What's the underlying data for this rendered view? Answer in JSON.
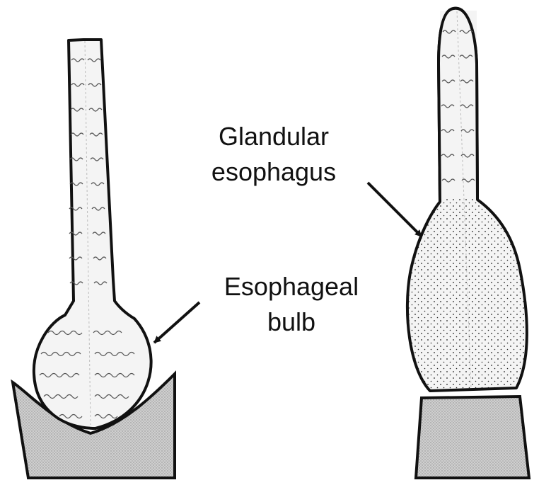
{
  "figure": {
    "labels": {
      "glandular_line1": "Glandular",
      "glandular_line2": "esophagus",
      "bulb_line1": "Esophageal",
      "bulb_line2": "bulb"
    },
    "colors": {
      "outline": "#111111",
      "tissue_fill": "#f4f4f4",
      "base_fill": "#c9c9c9",
      "wavy": "#555555",
      "stipple": "#222222"
    },
    "icons": [
      "arrow-icon",
      "arrow-icon"
    ]
  }
}
